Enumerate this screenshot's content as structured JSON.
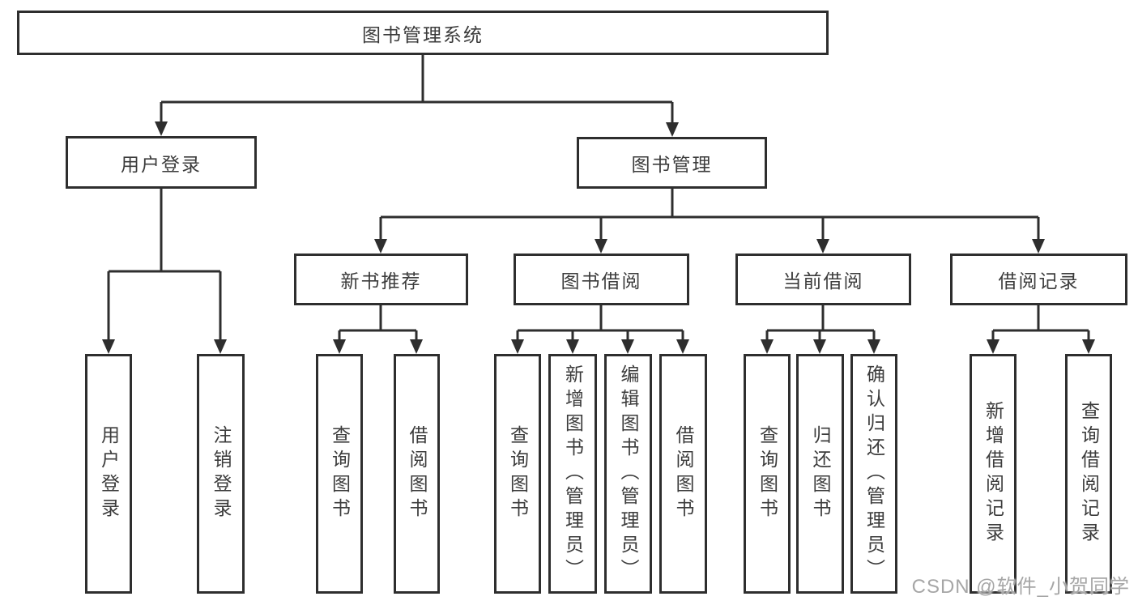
{
  "tree": {
    "root": "图书管理系统",
    "user_branch": {
      "label": "用户登录",
      "children": [
        "用户登录",
        "注销登录"
      ]
    },
    "mgmt_branch": {
      "label": "图书管理",
      "groups": [
        {
          "label": "新书推荐",
          "children": [
            "查询图书",
            "借阅图书"
          ]
        },
        {
          "label": "图书借阅",
          "children": [
            "查询图书",
            "新增图书（管理员）",
            "编辑图书（管理员）",
            "借阅图书"
          ]
        },
        {
          "label": "当前借阅",
          "children": [
            "查询图书",
            "归还图书",
            "确认归还（管理员）"
          ]
        },
        {
          "label": "借阅记录",
          "children": [
            "新增借阅记录",
            "查询借阅记录"
          ]
        }
      ]
    }
  },
  "watermark": "CSDN @软件_小贺同学",
  "colors": {
    "line": "#2e2e2e",
    "text": "#3c3c3c",
    "watermark": "#a6a6a6"
  }
}
